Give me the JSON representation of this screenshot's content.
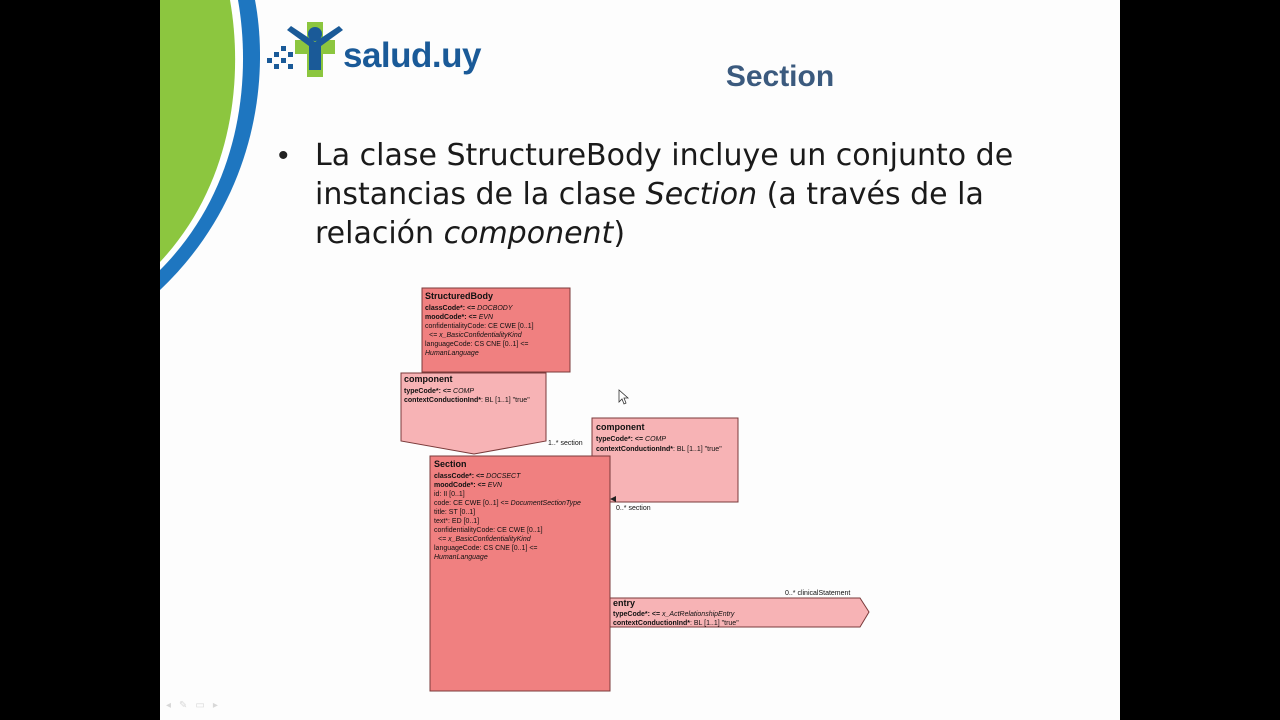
{
  "slide": {
    "title": "Section",
    "bullet_parts": [
      "La clase StructureBody incluye un conjunto de instancias de la clase ",
      "Section",
      " (a través de la relación ",
      "component",
      ")"
    ]
  },
  "logo": {
    "text": "salud.uy"
  },
  "colors": {
    "slide_bg": "#fdfdfd",
    "green_band": "#8cc63f",
    "blue_band": "#1e76c0",
    "act_class": "#f08080",
    "act_relationship": "#f7b3b5",
    "title_text": "#3b5a7e",
    "logo_text": "#1a5a98"
  },
  "diagram": {
    "structured_body": {
      "name": "StructuredBody",
      "l1_label": "classCode*: <= ",
      "l1_value": "DOCBODY",
      "l2_label": "moodCode*: <= ",
      "l2_value": "EVN",
      "l3": "confidentialityCode: CE CWE [0..1]",
      "l4": "<= x_BasicConfidentialityKind",
      "l5": "languageCode: CS CNE [0..1] <=",
      "l6": "HumanLanguage"
    },
    "component_1": {
      "name": "component",
      "l1_label": "typeCode*: <= ",
      "l1_value": "COMP",
      "l2_label": "contextConductionInd*",
      "l2_value": ": BL [1..1] \"true\""
    },
    "component_2": {
      "name": "component",
      "l1_label": "typeCode*: <= ",
      "l1_value": "COMP",
      "l2_label": "contextConductionInd*",
      "l2_value": ": BL [1..1] \"true\""
    },
    "section": {
      "name": "Section",
      "l1_label": "classCode*: <= ",
      "l1_value": "DOCSECT",
      "l2_label": "moodCode*: <= ",
      "l2_value": "EVN",
      "l3": "id: II [0..1]",
      "l4a": "code: CE CWE [0..1] <= ",
      "l4b": "DocumentSectionType",
      "l5": "title: ST [0..1]",
      "l6": "text*: ED [0..1]",
      "l7": "confidentialityCode: CE CWE [0..1]",
      "l8": "<= x_BasicConfidentialityKind",
      "l9": "languageCode: CS CNE [0..1] <=",
      "l10": "HumanLanguage"
    },
    "entry": {
      "name": "entry",
      "l1_label": "typeCode*: <= ",
      "l1_value": "x_ActRelationshipEntry",
      "l2_label": "contextConductionInd*",
      "l2_value": ": BL [1..1] \"true\""
    },
    "multiplicity": {
      "section_1": "1..* section",
      "section_0": "0..* section",
      "clinical_statement": "0..* clinicalStatement"
    }
  }
}
